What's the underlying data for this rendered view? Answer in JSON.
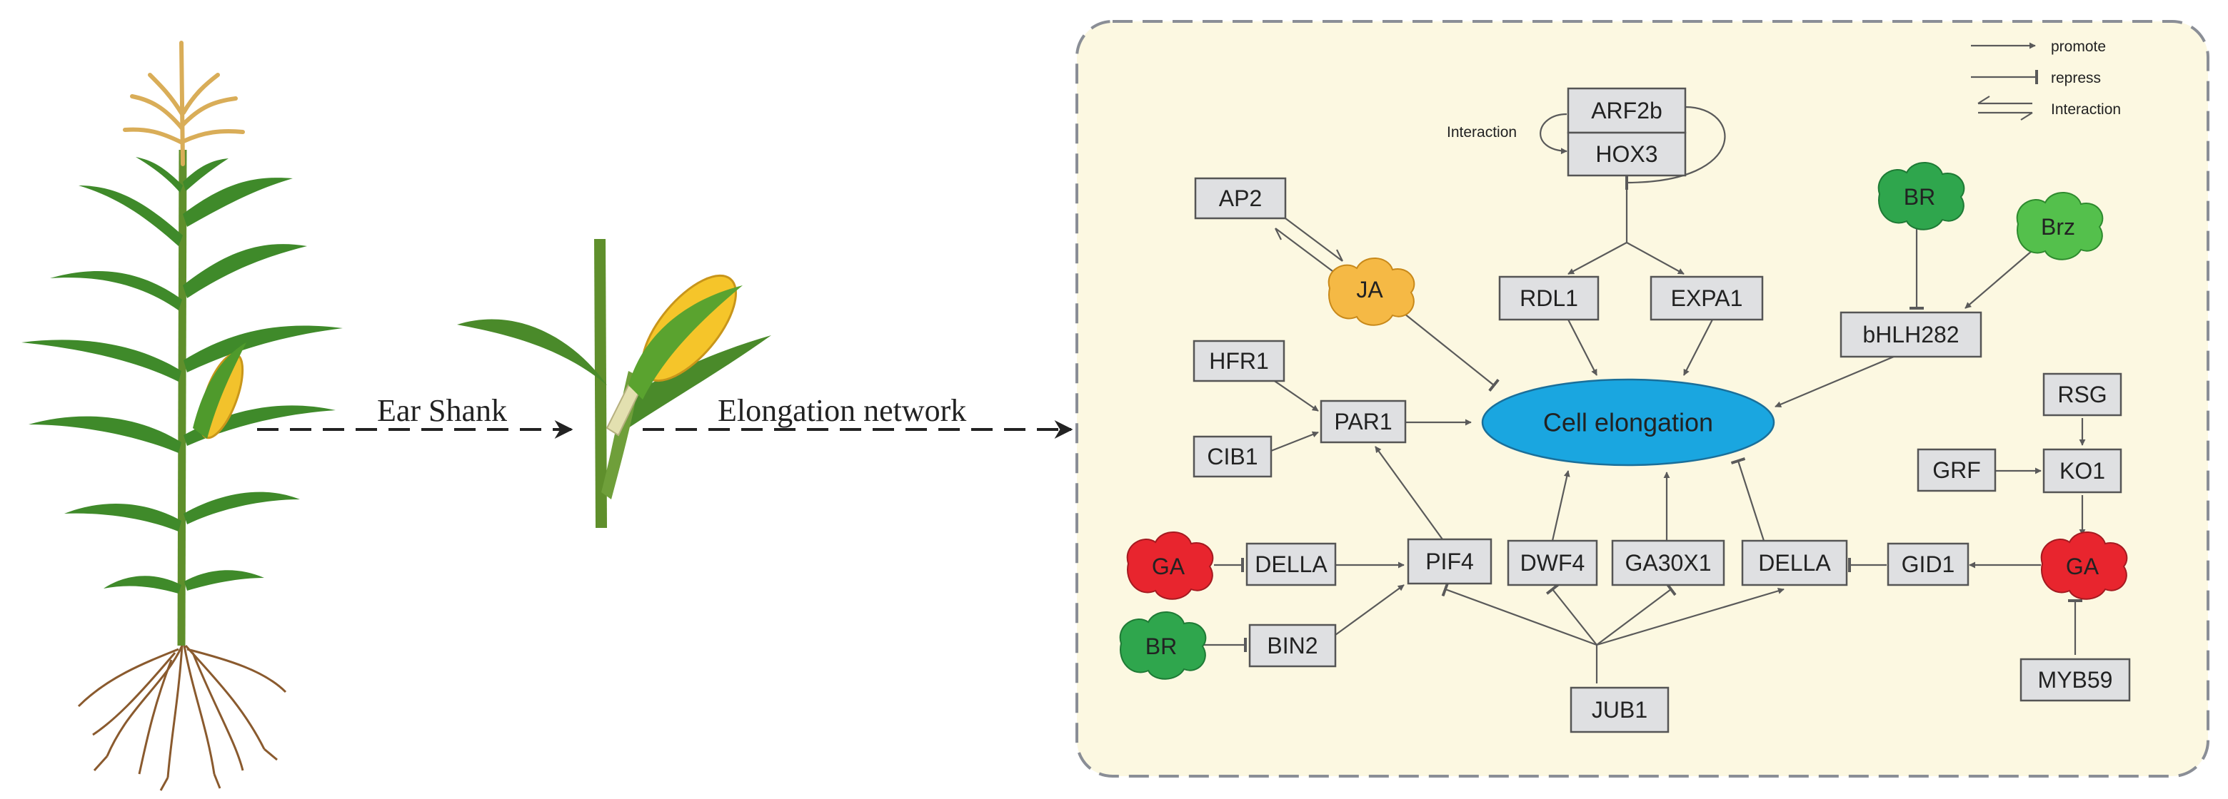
{
  "left_labels": {
    "ear_shank": "Ear Shank",
    "elongation_network": "Elongation network"
  },
  "legend": {
    "promote": "promote",
    "repress": "repress",
    "interaction": "Interaction"
  },
  "center": {
    "cell_elongation": "Cell elongation"
  },
  "interaction_label": "Interaction",
  "colors": {
    "panel_bg": "#fcf8e1",
    "panel_border": "#8a8e96",
    "hormone_green": "#2fa64d",
    "hormone_light_green": "#54c04c",
    "hormone_red": "#e8252e",
    "hormone_orange": "#f5b945",
    "center_blue": "#1aa6e0",
    "gene_box": "#dfe0e2"
  },
  "genes": {
    "arf2b": "ARF2b",
    "hox3": "HOX3",
    "ap2": "AP2",
    "rdl1": "RDL1",
    "expa1": "EXPA1",
    "bhlh282": "bHLH282",
    "hfr1": "HFR1",
    "par1": "PAR1",
    "cib1": "CIB1",
    "rsg": "RSG",
    "grf": "GRF",
    "ko1": "KO1",
    "della_left": "DELLA",
    "pif4": "PIF4",
    "dwf4": "DWF4",
    "ga30x1": "GA30X1",
    "della_right": "DELLA",
    "gid1": "GID1",
    "bin2": "BIN2",
    "jub1": "JUB1",
    "myb59": "MYB59"
  },
  "hormones": {
    "ja": "JA",
    "br_top": "BR",
    "brz": "Brz",
    "ga_left": "GA",
    "br_bottom": "BR",
    "ga_right": "GA"
  }
}
